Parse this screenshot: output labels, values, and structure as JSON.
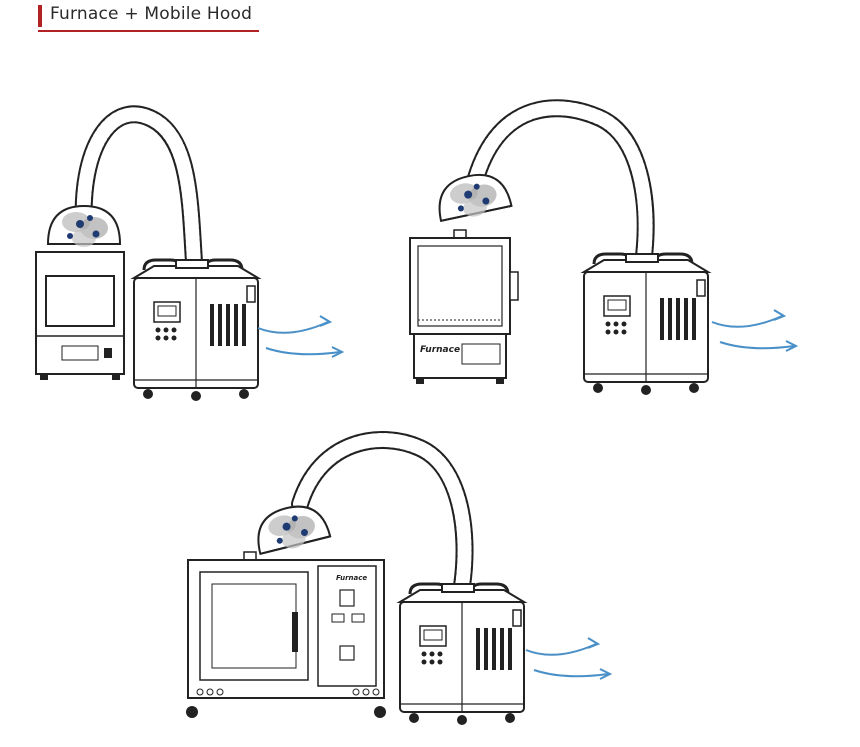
{
  "header": {
    "title": "Furnace + Mobile Hood"
  },
  "furnace_brand": "Furnace",
  "colors": {
    "accent": "#b22222",
    "line": "#222222",
    "airflow": "#4a90c8",
    "particle": "#1f3b73",
    "smoke": "#9a9a9a"
  },
  "scenes": [
    {
      "name": "small-furnace-with-mobile-hood"
    },
    {
      "name": "muffle-furnace-with-mobile-hood"
    },
    {
      "name": "large-furnace-with-mobile-hood"
    }
  ]
}
